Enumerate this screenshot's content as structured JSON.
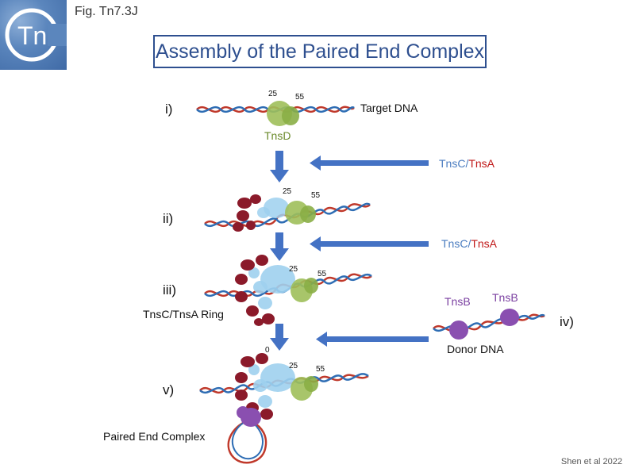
{
  "figure_label": "Fig. Tn7.3J",
  "logo_text": "Tn",
  "title": "Assembly of the Paired End Complex",
  "steps": {
    "i": "i)",
    "ii": "ii)",
    "iii": "iii)",
    "iv": "iv)",
    "v": "v)"
  },
  "labels": {
    "target_dna": "Target DNA",
    "tnsd": "TnsD",
    "tnsc": "TnsC",
    "slash": "/",
    "tnsa": "TnsA",
    "ring": "TnsC/TnsA Ring",
    "tnsb": "TnsB",
    "donor_dna": "Donor DNA",
    "paired_end_complex": "Paired End Complex",
    "pos_25": "25",
    "pos_55": "55",
    "pos_0": "0"
  },
  "credit": "Shen et al 2022",
  "colors": {
    "title": "#2e4f8f",
    "arrow": "#4472c4",
    "tnsc": "#4a7cc0",
    "tnsa": "#c01818",
    "tnsb": "#7a3fa0",
    "tnsd": "#6a8a2a"
  }
}
